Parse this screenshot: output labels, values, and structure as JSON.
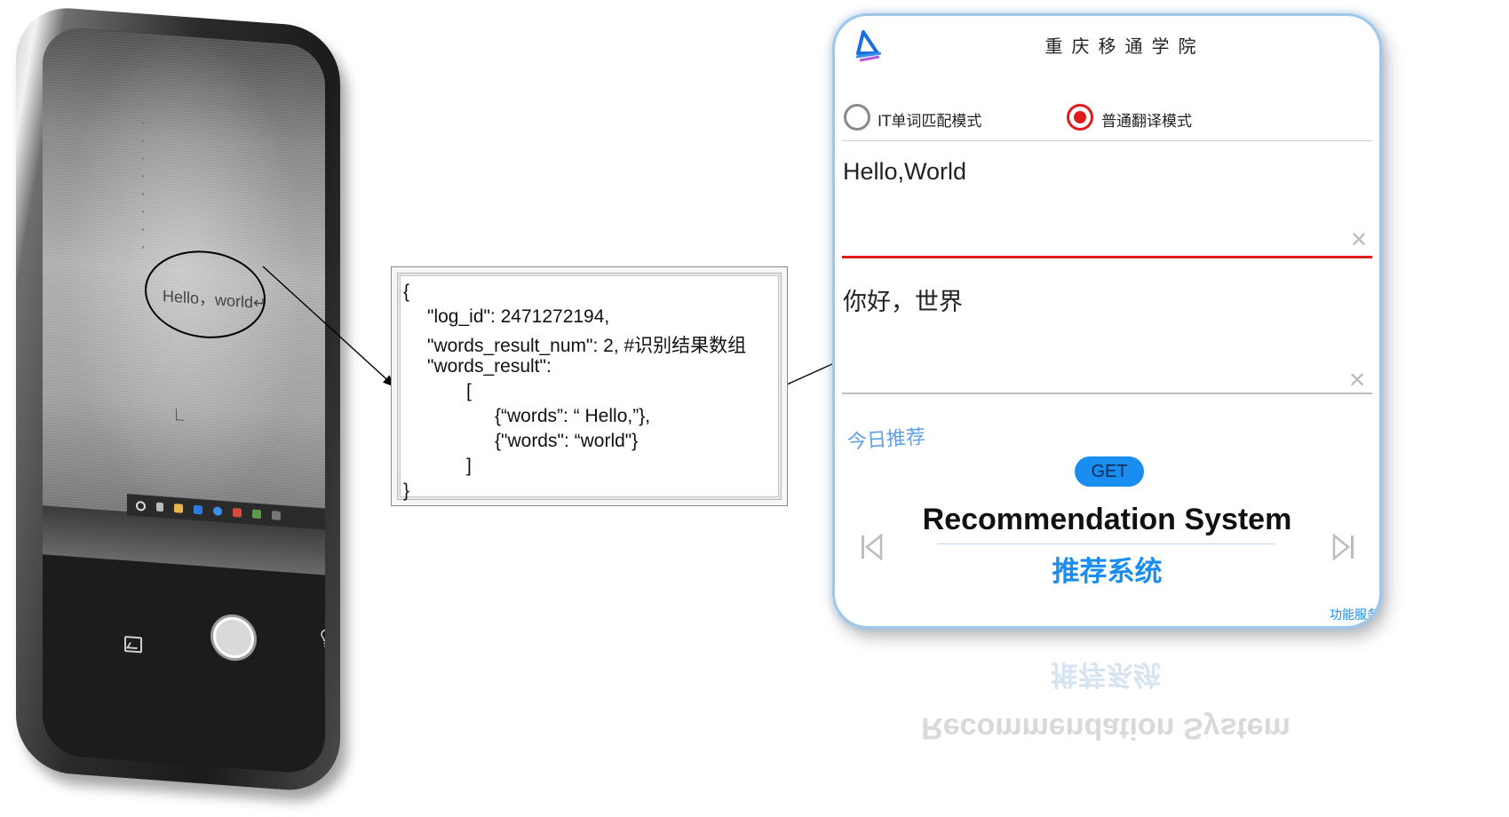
{
  "phone_camera": {
    "captured_text": "Hello，world↵"
  },
  "json_box": {
    "lines": [
      "{",
      "\"log_id\": 2471272194,",
      "\"words_result_num\": 2, #识别结果数组",
      "\"words_result\":",
      "[",
      "{“words”: “ Hello,”},",
      "{\"words\": “world\"}",
      "]",
      "}"
    ]
  },
  "app": {
    "title": "重庆移通学院",
    "modes": [
      {
        "label": "IT单词匹配模式",
        "selected": false
      },
      {
        "label": "普通翻译模式",
        "selected": true
      }
    ],
    "input_text": "Hello,World",
    "output_text": "你好，世界",
    "clear_icon": "✕",
    "recommend_label": "今日推荐",
    "get_button": "GET",
    "rec_title": "Recommendation System",
    "rec_subtitle": "推荐系统",
    "footer_label": "功能服务",
    "colors": {
      "accent_blue": "#1a8df0",
      "radio_red": "#e01b1b",
      "frame_blue": "#9dc7ec"
    }
  }
}
